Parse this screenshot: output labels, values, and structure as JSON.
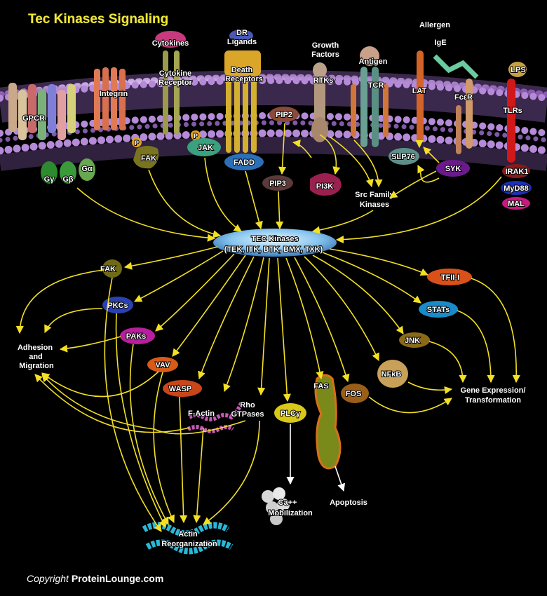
{
  "title": "Tec Kinases Signaling",
  "copyright_prefix": "Copyright ",
  "copyright_site": "ProteinLounge.com",
  "colors": {
    "arrow": "#f3e024",
    "membrane_head": "#b58ad8",
    "membrane_tail": "#6b4a8c",
    "title": "#f2e830",
    "text": "#ffffff",
    "background": "#000000"
  },
  "labels": {
    "gpcr": "GPCR",
    "g_gamma": "Gγ",
    "g_beta": "Gβ",
    "g_alpha": "Gα",
    "integrin": "Integrin",
    "p1": "P",
    "p2": "P",
    "fak_top": "FAK",
    "cytokines": "Cytokines",
    "cytokine_receptor_1": "Cytokine",
    "cytokine_receptor_2": "Receptor",
    "jak": "JAK",
    "dr_ligands_1": "DR",
    "dr_ligands_2": "Ligands",
    "death_receptors_1": "Death",
    "death_receptors_2": "Receptors",
    "fadd": "FADD",
    "growth_factors_1": "Growth",
    "growth_factors_2": "Factors",
    "rtks": "RTKs",
    "pip2": "PIP2",
    "pip3": "PIP3",
    "pi3k": "PI3K",
    "antigen": "Antigen",
    "tcr": "TCR",
    "src_1": "Src Family",
    "src_2": "Kinases",
    "allergen": "Allergen",
    "ige": "IgE",
    "lat": "LAT",
    "slp76": "SLP76",
    "fcer": "FcεR",
    "syk": "SYK",
    "lps": "LPS",
    "tlrs": "TLRs",
    "irak1": "IRAK1",
    "myd88": "MyD88",
    "mal": "MAL",
    "tec_1": "TEC Kinases",
    "tec_2": "(TEK, ITK, BTK, BMX, TXK)",
    "fak_mid": "FAK",
    "pkcs": "PKCs",
    "paks": "PAKs",
    "adhesion_1": "Adhesion",
    "adhesion_2": "and",
    "adhesion_3": "Migration",
    "vav": "VAV",
    "wasp": "WASP",
    "f_actin": "F-Actin",
    "rho_1": "Rho",
    "rho_2": "GTPases",
    "plcg": "PLCγ",
    "fas": "FAS",
    "fos": "FOS",
    "nfkb": "NFκB",
    "jnk": "JNK",
    "stats": "STATs",
    "tfii": "TFII-I",
    "gene_1": "Gene Expression/",
    "gene_2": "Transformation",
    "ca_1": "Ca++",
    "ca_2": "Mobilization",
    "apoptosis": "Apoptosis",
    "actin_1": "Actin",
    "actin_2": "Reorganization"
  }
}
